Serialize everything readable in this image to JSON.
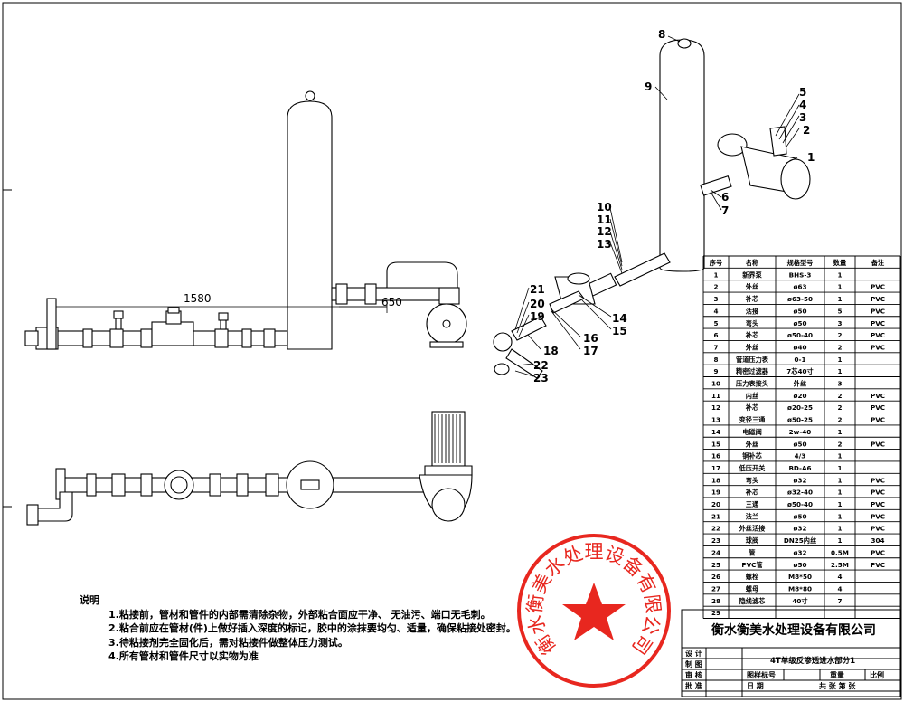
{
  "dimensions": {
    "dim_1580": "1580",
    "dim_650": "650"
  },
  "callouts": [
    "1",
    "2",
    "3",
    "4",
    "5",
    "6",
    "7",
    "8",
    "9",
    "10",
    "11",
    "12",
    "13",
    "14",
    "15",
    "16",
    "17",
    "18",
    "19",
    "20",
    "21",
    "22",
    "23"
  ],
  "bom": {
    "headers": [
      "序号",
      "名称",
      "规格型号",
      "数量",
      "备注"
    ],
    "rows": [
      [
        "1",
        "新界泵",
        "BHS-3",
        "1",
        ""
      ],
      [
        "2",
        "外丝",
        "ø63",
        "1",
        "PVC"
      ],
      [
        "3",
        "补芯",
        "ø63-50",
        "1",
        "PVC"
      ],
      [
        "4",
        "活接",
        "ø50",
        "5",
        "PVC"
      ],
      [
        "5",
        "弯头",
        "ø50",
        "3",
        "PVC"
      ],
      [
        "6",
        "补芯",
        "ø50-40",
        "2",
        "PVC"
      ],
      [
        "7",
        "外丝",
        "ø40",
        "2",
        "PVC"
      ],
      [
        "8",
        "管道压力表",
        "0-1",
        "1",
        ""
      ],
      [
        "9",
        "精密过滤器",
        "7芯40寸",
        "1",
        ""
      ],
      [
        "10",
        "压力表接头",
        "外丝",
        "3",
        ""
      ],
      [
        "11",
        "内丝",
        "ø20",
        "2",
        "PVC"
      ],
      [
        "12",
        "补芯",
        "ø20-25",
        "2",
        "PVC"
      ],
      [
        "13",
        "变径三通",
        "ø50-25",
        "2",
        "PVC"
      ],
      [
        "14",
        "电磁阀",
        "2w-40",
        "1",
        ""
      ],
      [
        "15",
        "外丝",
        "ø50",
        "2",
        "PVC"
      ],
      [
        "16",
        "铜补芯",
        "4/3",
        "1",
        ""
      ],
      [
        "17",
        "低压开关",
        "BD-A6",
        "1",
        ""
      ],
      [
        "18",
        "弯头",
        "ø32",
        "1",
        "PVC"
      ],
      [
        "19",
        "补芯",
        "ø32-40",
        "1",
        "PVC"
      ],
      [
        "20",
        "三通",
        "ø50-40",
        "1",
        "PVC"
      ],
      [
        "21",
        "法兰",
        "ø50",
        "1",
        "PVC"
      ],
      [
        "22",
        "外丝活接",
        "ø32",
        "1",
        "PVC"
      ],
      [
        "23",
        "球阀",
        "DN25内丝",
        "1",
        "304"
      ],
      [
        "24",
        "管",
        "ø32",
        "0.5M",
        "PVC"
      ],
      [
        "25",
        "PVC管",
        "ø50",
        "2.5M",
        "PVC"
      ],
      [
        "26",
        "螺栓",
        "M8*50",
        "4",
        ""
      ],
      [
        "27",
        "螺母",
        "M8*80",
        "4",
        ""
      ],
      [
        "28",
        "隐线滤芯",
        "40寸",
        "7",
        ""
      ],
      [
        "29",
        "",
        "",
        "",
        ""
      ]
    ]
  },
  "title_block": {
    "company": "衡水衡美水处理设备有限公司",
    "drawing_title": "4T单级反渗透进水部分1",
    "labels": {
      "design": "设 计",
      "draw": "制 图",
      "check": "审 核",
      "approve": "批 准",
      "drawing_no": "图样标号",
      "weight": "重量",
      "scale": "比例",
      "total": "共   张   第   张",
      "date": "日 期"
    }
  },
  "notes": {
    "heading": "说明",
    "lines": [
      "1.粘接前，管材和管件的内部需清除杂物，外部粘合面应干净、  无油污、端口无毛刺。",
      "2.粘合前应在管材(件)上做好插入深度的标记，胶中的涂抹要均匀、适量，确保粘接处密封。",
      "3.待粘接剂完全固化后，需对粘接件做整体压力测试。",
      "4.所有管材和管件尺寸以实物为准"
    ]
  },
  "seal": {
    "text": "衡水衡美水处理设备有限公司",
    "color": "#e8271f"
  }
}
